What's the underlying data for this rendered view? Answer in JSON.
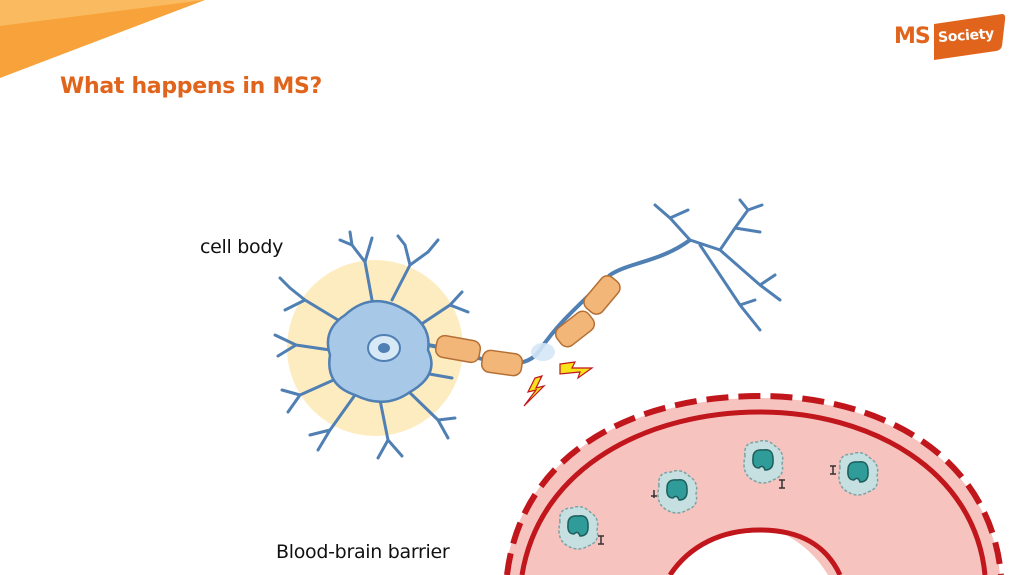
{
  "slide": {
    "title": "What happens in MS?"
  },
  "logo": {
    "ms": "MS",
    "society": "Society"
  },
  "labels": {
    "cell_body": "cell body",
    "blood_brain_barrier": "Blood-brain barrier"
  },
  "colors": {
    "accent": "#e0641c",
    "accent_light": "#f7a23a",
    "vessel_fill": "#f6c3bf",
    "vessel_stroke": "#c0161c",
    "neuron_blue": "#9fc2e4",
    "neuron_stroke": "#4f7fb3",
    "cell_halo": "#fde9b4",
    "myelin": "#f2b778",
    "immune_cell": "#b8d6d8",
    "immune_nucleus": "#2f9c9a",
    "spark": "#f7e21c"
  },
  "icons": [
    "lightning-bolt-icon",
    "lightning-bolt-icon"
  ]
}
